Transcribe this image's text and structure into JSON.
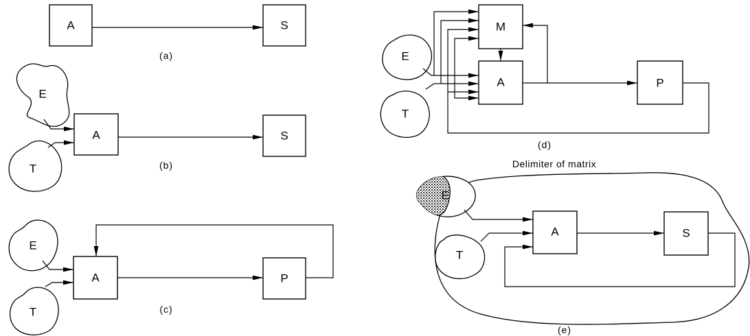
{
  "panels": {
    "a": {
      "caption": "(a)",
      "nodes": {
        "A": "A",
        "S": "S"
      }
    },
    "b": {
      "caption": "(b)",
      "nodes": {
        "E": "E",
        "T": "T",
        "A": "A",
        "S": "S"
      }
    },
    "c": {
      "caption": "(c)",
      "nodes": {
        "E": "E",
        "T": "T",
        "A": "A",
        "P": "P"
      }
    },
    "d": {
      "caption": "(d)",
      "nodes": {
        "E": "E",
        "T": "T",
        "M": "M",
        "A": "A",
        "P": "P"
      }
    },
    "e": {
      "caption": "(e)",
      "title": "Delimiter of matrix",
      "nodes": {
        "E": "E",
        "T": "T",
        "A": "A",
        "S": "S"
      }
    }
  },
  "colors": {
    "ink": "#000000",
    "paper": "#ffffff",
    "stipple": "#555555"
  }
}
